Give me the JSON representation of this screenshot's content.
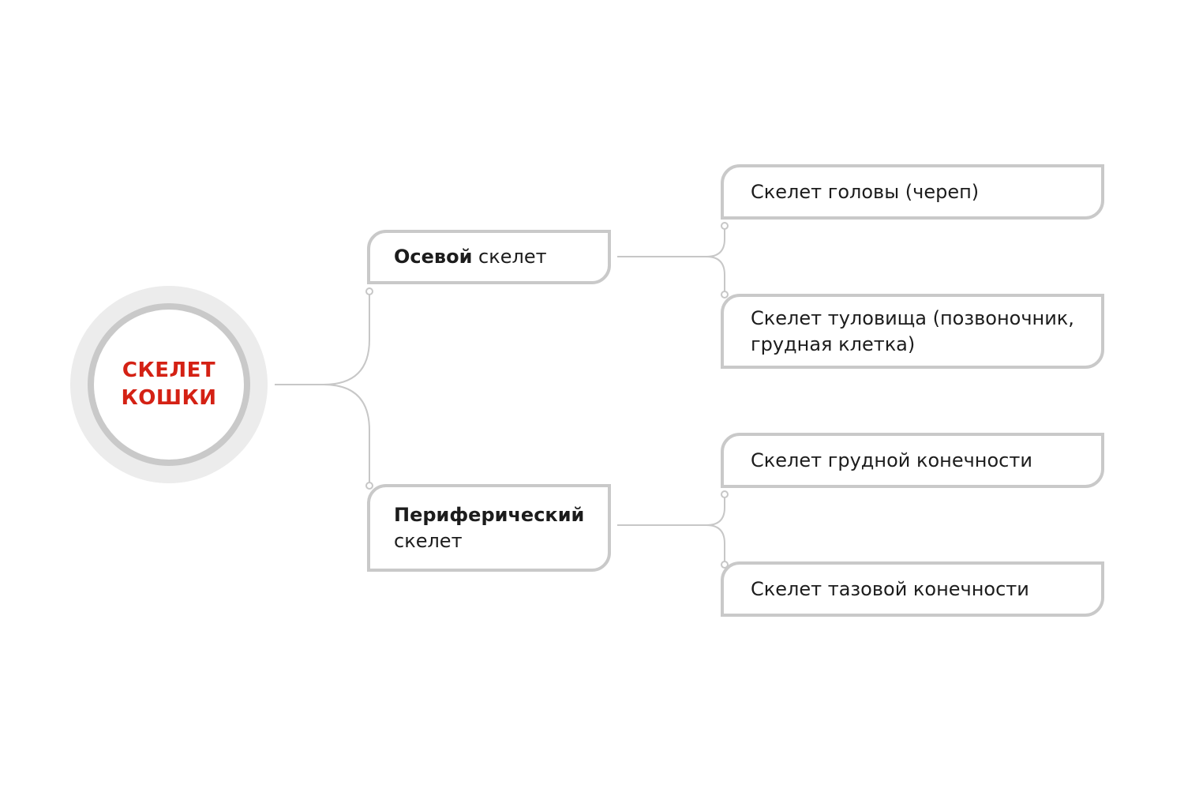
{
  "root": {
    "line1": "СКЕЛЕТ",
    "line2": "КОШКИ"
  },
  "branches": [
    {
      "bold": "Осевой",
      "rest": " скелет",
      "children": [
        "Скелет головы (череп)",
        "Скелет туловища (позвоночник, грудная клетка)"
      ]
    },
    {
      "bold": "Периферический",
      "rest": "скелет",
      "children": [
        "Скелет грудной конечности",
        "Скелет тазовой конечности"
      ]
    }
  ],
  "colors": {
    "accent": "#d42114",
    "border": "#c9c9c9",
    "ring": "#ececec",
    "line": "#c7c7c7",
    "text": "#1c1c1c"
  }
}
